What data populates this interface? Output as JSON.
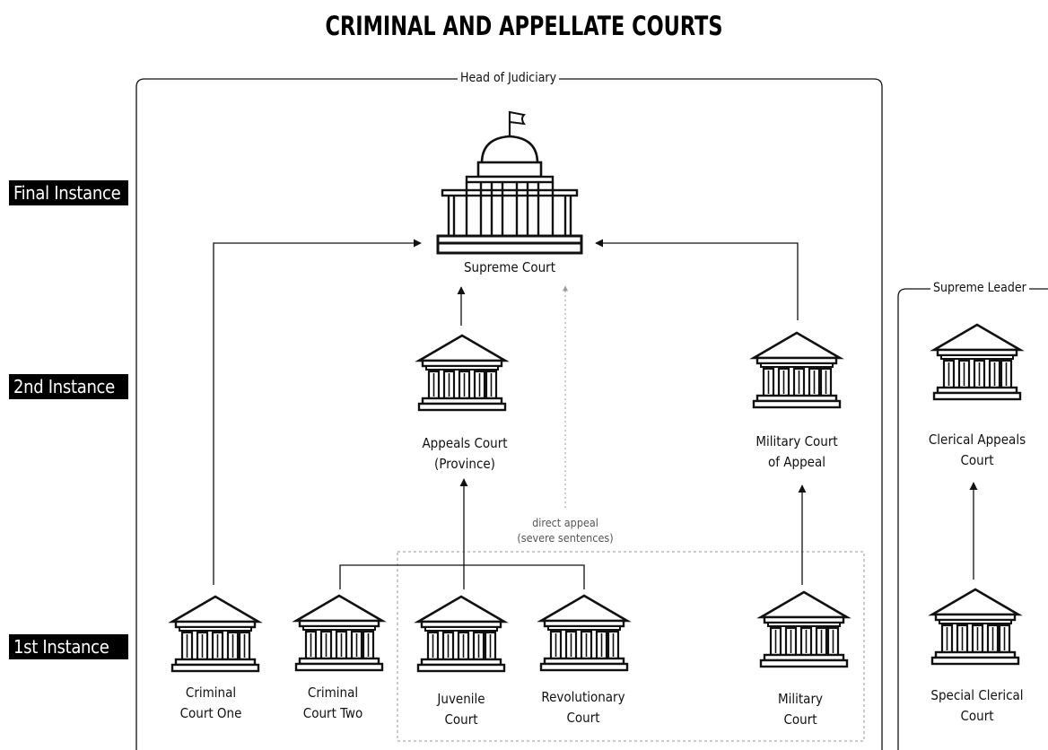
{
  "title": "CRIMINAL AND APPELLATE COURTS",
  "tiers": {
    "final": "Final Instance",
    "second": "2nd Instance",
    "first": "1st Instance"
  },
  "frames": {
    "judiciary": "Head of Judiciary",
    "leader": "Supreme Leader"
  },
  "courts": {
    "supreme": "Supreme Court",
    "appeals_l1": "Appeals Court",
    "appeals_l2": "(Province)",
    "military_appeal_l1": "Military Court",
    "military_appeal_l2": "of Appeal",
    "clerical_appeals_l1": "Clerical Appeals",
    "clerical_appeals_l2": "Court",
    "criminal_one_l1": "Criminal",
    "criminal_one_l2": "Court One",
    "criminal_two_l1": "Criminal",
    "criminal_two_l2": "Court Two",
    "juvenile_l1": "Juvenile",
    "juvenile_l2": "Court",
    "revolutionary_l1": "Revolutionary",
    "revolutionary_l2": "Court",
    "military_l1": "Military",
    "military_l2": "Court",
    "special_clerical_l1": "Special Clerical",
    "special_clerical_l2": "Court"
  },
  "notes": {
    "direct_appeal_l1": "direct appeal",
    "direct_appeal_l2": "(severe sentences)"
  },
  "icons": {
    "supreme": "capitol-dome-icon",
    "court": "courthouse-icon"
  },
  "colors": {
    "ink": "#111111",
    "tier_bg": "#000000",
    "dashed": "#9a9a9a",
    "note": "#555555"
  }
}
